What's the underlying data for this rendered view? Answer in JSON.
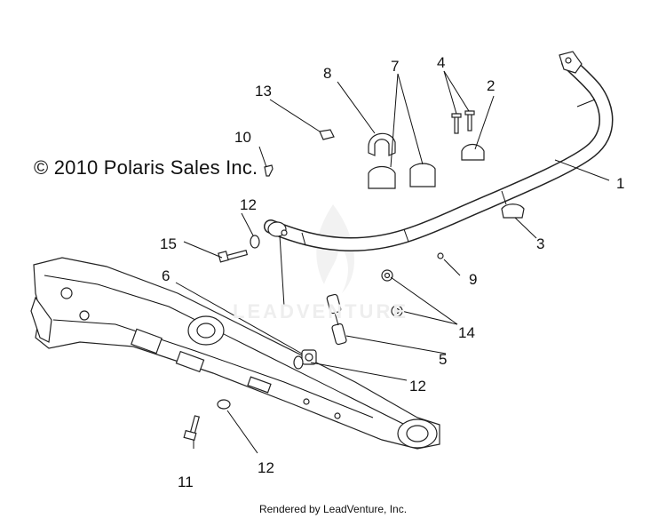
{
  "diagram": {
    "copyright": "© 2010 Polaris Sales Inc.",
    "footer": "Rendered by LeadVenture, Inc.",
    "watermark": "LEADVENTURE",
    "callouts": [
      "1",
      "2",
      "3",
      "4",
      "5",
      "6",
      "7",
      "8",
      "9",
      "10",
      "11",
      "12",
      "12",
      "12",
      "13",
      "14",
      "15"
    ]
  }
}
